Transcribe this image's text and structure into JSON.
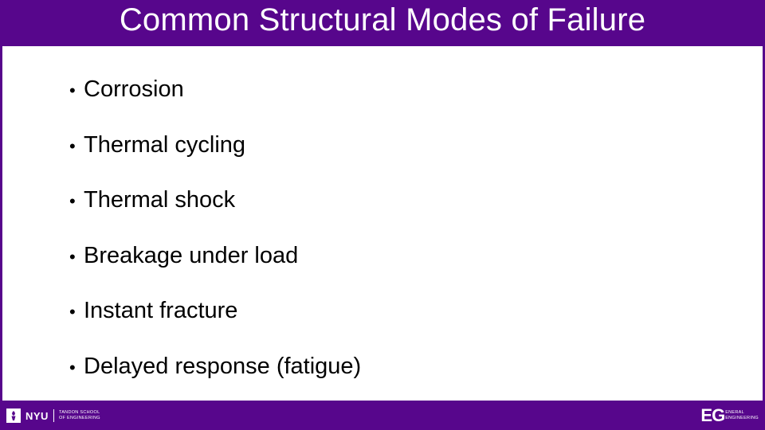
{
  "slide": {
    "title": "Common Structural Modes of Failure",
    "bullets": [
      {
        "text": "Corrosion"
      },
      {
        "text": "Thermal cycling"
      },
      {
        "text": "Thermal shock"
      },
      {
        "text": "Breakage under load"
      },
      {
        "text": "Instant fracture"
      },
      {
        "text": "Delayed response (fatigue)"
      }
    ],
    "bullet_symbol": "•"
  },
  "footer": {
    "nyu_logo": {
      "icon": "torch-icon",
      "wordmark": "NYU",
      "school_line_1": "TANDON SCHOOL",
      "school_line_2": "OF ENGINEERING"
    },
    "eg_logo": {
      "letters": "EG",
      "word_1": "ENERAL",
      "word_2": "ENGINEERING"
    }
  },
  "colors": {
    "brand_purple": "#57068c",
    "content_background": "#ffffff",
    "text": "#000000"
  }
}
